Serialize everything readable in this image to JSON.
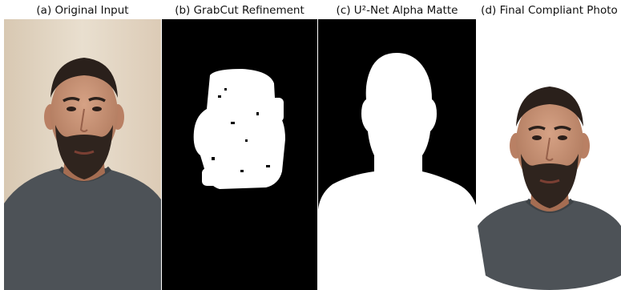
{
  "panels": [
    {
      "title": "(a) Original Input"
    },
    {
      "title": "(b) GrabCut Refinement"
    },
    {
      "title": "(c) U²-Net Alpha Matte"
    },
    {
      "title": "(d) Final Compliant Photo"
    }
  ],
  "colors": {
    "wall_background": "#e6dccd",
    "mask_black": "#000000",
    "mask_white": "#ffffff",
    "skin": "#c49277",
    "hair_beard": "#2a201b",
    "sweater": "#4d5257"
  }
}
